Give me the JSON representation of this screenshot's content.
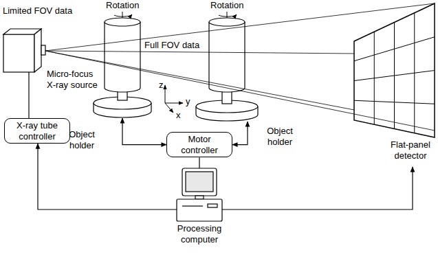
{
  "diagram": {
    "nodes": [
      {
        "text": [
          "Micro-focus X-ray source"
        ]
      },
      {
        "text": [
          "X-ray tube controller"
        ]
      },
      {
        "text": [
          "Object holder"
        ]
      },
      {
        "text": [
          "Motor controller"
        ]
      },
      {
        "text": [
          "Object holder"
        ]
      },
      {
        "text": [
          "Flat-panel detector"
        ]
      },
      {
        "text": [
          "Processing computer"
        ]
      }
    ],
    "edges": [
      {
        "from": 1,
        "to": 0,
        "arrow": "none"
      },
      {
        "from": 3,
        "to": 2,
        "arrow": "both"
      },
      {
        "from": 3,
        "to": 4,
        "arrow": "both"
      },
      {
        "from": 3,
        "to": 6,
        "arrow": "none"
      },
      {
        "from": 6,
        "to": 1,
        "arrow": "to"
      },
      {
        "from": 6,
        "to": 5,
        "arrow": "to"
      }
    ],
    "labels": [
      "Rotation",
      "Rotation",
      "Limited FOV data",
      "Full FOV data",
      "z",
      "y",
      "x"
    ]
  }
}
